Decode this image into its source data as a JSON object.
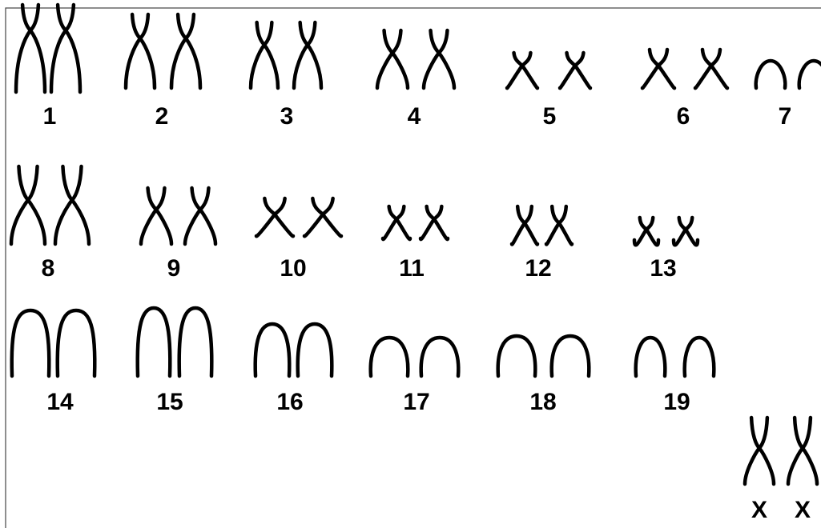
{
  "title": "",
  "colors": {
    "ink": "#000000",
    "background": "#ffffff"
  },
  "chromosomes": [
    {
      "label": "1",
      "shape": "metacentric-tall"
    },
    {
      "label": "2",
      "shape": "metacentric-tall"
    },
    {
      "label": "3",
      "shape": "metacentric"
    },
    {
      "label": "4",
      "shape": "metacentric"
    },
    {
      "label": "5",
      "shape": "metacentric-small"
    },
    {
      "label": "6",
      "shape": "metacentric-small"
    },
    {
      "label": "7",
      "shape": "telocentric"
    },
    {
      "label": "8",
      "shape": "metacentric-tall"
    },
    {
      "label": "9",
      "shape": "metacentric"
    },
    {
      "label": "10",
      "shape": "metacentric-short-arms"
    },
    {
      "label": "11",
      "shape": "metacentric-short-arms"
    },
    {
      "label": "12",
      "shape": "metacentric-small"
    },
    {
      "label": "13",
      "shape": "metacentric-tiny"
    },
    {
      "label": "14",
      "shape": "telocentric-tall"
    },
    {
      "label": "15",
      "shape": "telocentric-tall"
    },
    {
      "label": "16",
      "shape": "telocentric"
    },
    {
      "label": "17",
      "shape": "telocentric-small"
    },
    {
      "label": "18",
      "shape": "telocentric-small"
    },
    {
      "label": "19",
      "shape": "telocentric-small"
    },
    {
      "label": "X",
      "shape": "metacentric",
      "paired_labels": [
        "X",
        "X"
      ]
    }
  ]
}
